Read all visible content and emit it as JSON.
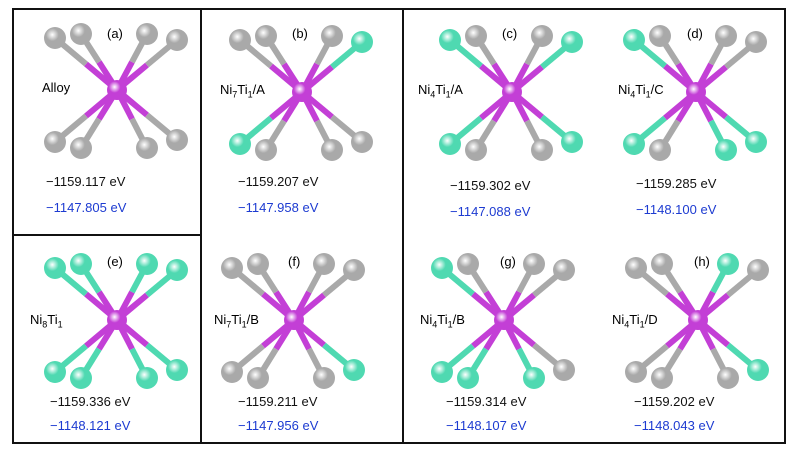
{
  "panels": [
    {
      "tag": "(a)",
      "label": "Alloy",
      "energy1": "−1159.117 eV",
      "energy2": "−1147.805 eV",
      "atoms": [
        "gray",
        "gray",
        "gray",
        "gray",
        "gray",
        "gray",
        "gray",
        "gray"
      ]
    },
    {
      "tag": "(b)",
      "label": "Ni7Ti1/A",
      "energy1": "−1159.207 eV",
      "energy2": "−1147.958 eV",
      "atoms": [
        "gray",
        "gray",
        "gray",
        "green",
        "green",
        "gray",
        "gray",
        "gray"
      ]
    },
    {
      "tag": "(c)",
      "label": "Ni4Ti1/A",
      "energy1": "−1159.302 eV",
      "energy2": "−1147.088 eV",
      "atoms": [
        "green",
        "gray",
        "gray",
        "green",
        "green",
        "gray",
        "gray",
        "green"
      ]
    },
    {
      "tag": "(d)",
      "label": "Ni4Ti1/C",
      "energy1": "−1159.285 eV",
      "energy2": "−1148.100 eV",
      "atoms": [
        "green",
        "gray",
        "gray",
        "gray",
        "green",
        "gray",
        "green",
        "green"
      ]
    },
    {
      "tag": "(e)",
      "label": "Ni8Ti1",
      "energy1": "−1159.336 eV",
      "energy2": "−1148.121 eV",
      "atoms": [
        "green",
        "green",
        "green",
        "green",
        "green",
        "green",
        "green",
        "green"
      ]
    },
    {
      "tag": "(f)",
      "label": "Ni7Ti1/B",
      "energy1": "−1159.211 eV",
      "energy2": "−1147.956 eV",
      "atoms": [
        "gray",
        "gray",
        "gray",
        "gray",
        "gray",
        "gray",
        "gray",
        "green"
      ]
    },
    {
      "tag": "(g)",
      "label": "Ni4Ti1/B",
      "energy1": "−1159.314 eV",
      "energy2": "−1148.107 eV",
      "atoms": [
        "green",
        "gray",
        "gray",
        "gray",
        "green",
        "green",
        "green",
        "gray"
      ]
    },
    {
      "tag": "(h)",
      "label": "Ni4Ti1/D",
      "energy1": "−1159.202 eV",
      "energy2": "−1148.043 eV",
      "atoms": [
        "gray",
        "gray",
        "green",
        "gray",
        "gray",
        "gray",
        "gray",
        "green"
      ]
    }
  ],
  "colors": {
    "ti": "#c33fd6",
    "ni_gray": "#a9a9a9",
    "ni_green": "#4fd9b1",
    "energy2": "#1d3bd1"
  }
}
